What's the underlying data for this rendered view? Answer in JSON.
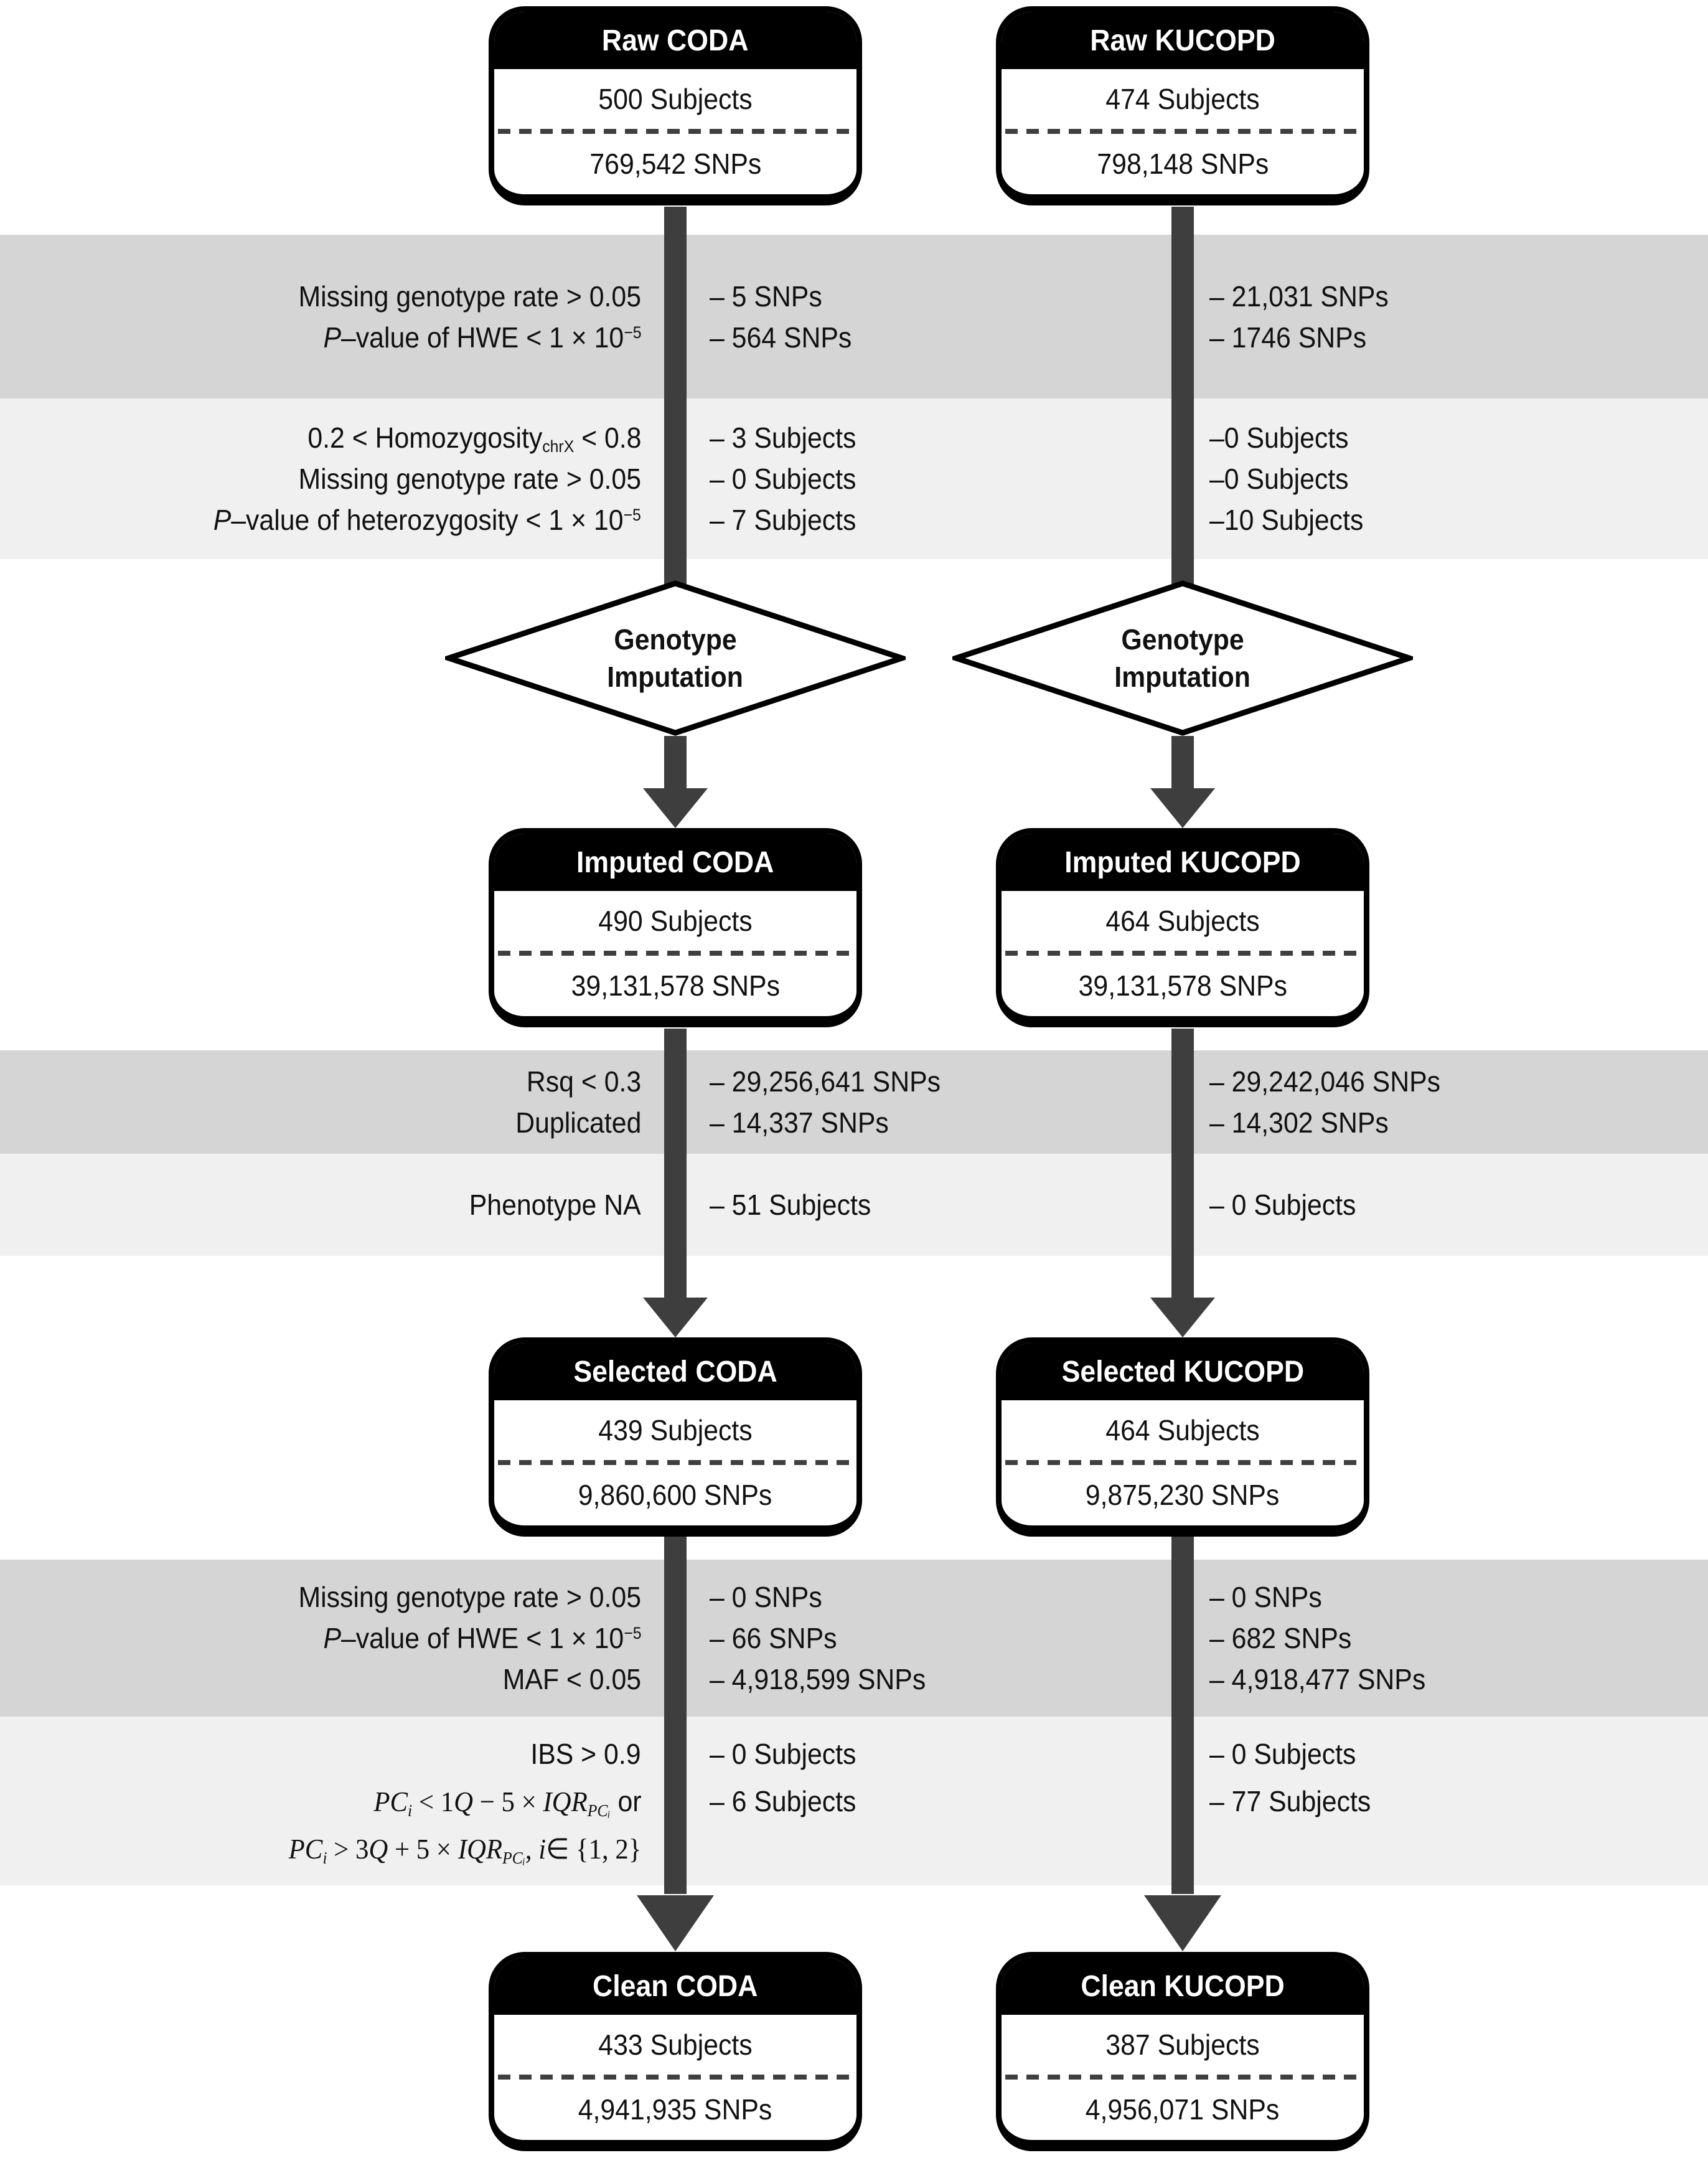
{
  "colors": {
    "band_dark": "#d5d5d5",
    "band_light": "#f0f0f0",
    "arrow": "#3e3e3e",
    "node_header_bg": "#000000",
    "node_header_text": "#ffffff"
  },
  "columns": {
    "left": "CODA",
    "right": "KUCOPD"
  },
  "stages": {
    "raw": {
      "coda": {
        "title": "Raw CODA",
        "subjects": "500 Subjects",
        "snps": "769,542 SNPs"
      },
      "kucopd": {
        "title": "Raw KUCOPD",
        "subjects": "474 Subjects",
        "snps": "798,148 SNPs"
      }
    },
    "imputed": {
      "coda": {
        "title": "Imputed CODA",
        "subjects": "490 Subjects",
        "snps": "39,131,578 SNPs"
      },
      "kucopd": {
        "title": "Imputed KUCOPD",
        "subjects": "464 Subjects",
        "snps": "39,131,578 SNPs"
      }
    },
    "selected": {
      "coda": {
        "title": "Selected CODA",
        "subjects": "439 Subjects",
        "snps": "9,860,600 SNPs"
      },
      "kucopd": {
        "title": "Selected KUCOPD",
        "subjects": "464 Subjects",
        "snps": "9,875,230 SNPs"
      }
    },
    "clean": {
      "coda": {
        "title": "Clean CODA",
        "subjects": "433 Subjects",
        "snps": "4,941,935 SNPs"
      },
      "kucopd": {
        "title": "Clean KUCOPD",
        "subjects": "387 Subjects",
        "snps": "4,956,071 SNPs"
      }
    }
  },
  "diamond": {
    "line1": "Genotype",
    "line2": "Imputation"
  },
  "bands": [
    {
      "tone": "dark",
      "rows": [
        {
          "label": [
            {
              "t": "Missing genotype rate > 0.05"
            }
          ],
          "coda": "– 5 SNPs",
          "kucopd": "– 21,031 SNPs"
        },
        {
          "label": [
            {
              "t": "P",
              "s": "it"
            },
            {
              "t": "–value of HWE < 1 × 10"
            },
            {
              "t": "−5",
              "s": "sup"
            }
          ],
          "coda": "– 564 SNPs",
          "kucopd": "– 1746 SNPs"
        }
      ]
    },
    {
      "tone": "light",
      "rows": [
        {
          "label": [
            {
              "t": "0.2 < Homozygosity"
            },
            {
              "t": "chrX",
              "s": "sub"
            },
            {
              "t": " < 0.8"
            }
          ],
          "coda": "– 3 Subjects",
          "kucopd": "–0 Subjects"
        },
        {
          "label": [
            {
              "t": "Missing genotype rate > 0.05"
            }
          ],
          "coda": "– 0 Subjects",
          "kucopd": "–0 Subjects"
        },
        {
          "label": [
            {
              "t": "P",
              "s": "it"
            },
            {
              "t": "–value of heterozygosity < 1 × 10"
            },
            {
              "t": "−5",
              "s": "sup"
            }
          ],
          "coda": "– 7 Subjects",
          "kucopd": "–10 Subjects"
        }
      ]
    },
    {
      "tone": "dark",
      "rows": [
        {
          "label": [
            {
              "t": "Rsq < 0.3"
            }
          ],
          "coda": "– 29,256,641 SNPs",
          "kucopd": "– 29,242,046 SNPs"
        },
        {
          "label": [
            {
              "t": "Duplicated"
            }
          ],
          "coda": "– 14,337 SNPs",
          "kucopd": "– 14,302 SNPs"
        }
      ]
    },
    {
      "tone": "light",
      "rows": [
        {
          "label": [
            {
              "t": "Phenotype NA"
            }
          ],
          "coda": "– 51 Subjects",
          "kucopd": "– 0 Subjects"
        }
      ]
    },
    {
      "tone": "dark",
      "rows": [
        {
          "label": [
            {
              "t": "Missing genotype rate > 0.05"
            }
          ],
          "coda": "– 0 SNPs",
          "kucopd": "– 0 SNPs"
        },
        {
          "label": [
            {
              "t": "P",
              "s": "it"
            },
            {
              "t": "–value of HWE < 1 × 10"
            },
            {
              "t": "−5",
              "s": "sup"
            }
          ],
          "coda": "– 66 SNPs",
          "kucopd": "– 682 SNPs"
        },
        {
          "label": [
            {
              "t": "MAF < 0.05"
            }
          ],
          "coda": "– 4,918,599 SNPs",
          "kucopd": "– 4,918,477 SNPs"
        }
      ]
    },
    {
      "tone": "light",
      "rows": [
        {
          "label": [
            {
              "t": "IBS > 0.9"
            }
          ],
          "coda": "– 0 Subjects",
          "kucopd": "– 0 Subjects"
        },
        {
          "label": [
            {
              "t": "PC",
              "s": "mi"
            },
            {
              "t": "i",
              "s": "misub"
            },
            {
              "t": " < 1",
              "s": "mu"
            },
            {
              "t": "Q",
              "s": "mi"
            },
            {
              "t": " − 5 × ",
              "s": "mu"
            },
            {
              "t": "IQR",
              "s": "mi"
            },
            {
              "t": "PCᵢ",
              "s": "misub"
            },
            {
              "t": " or",
              "s": "sans"
            }
          ],
          "coda": "– 6 Subjects",
          "kucopd": "– 77 Subjects"
        },
        {
          "label": [
            {
              "t": "PC",
              "s": "mi"
            },
            {
              "t": "i",
              "s": "misub"
            },
            {
              "t": " > 3",
              "s": "mu"
            },
            {
              "t": "Q",
              "s": "mi"
            },
            {
              "t": " + 5 × ",
              "s": "mu"
            },
            {
              "t": "IQR",
              "s": "mi"
            },
            {
              "t": "PCᵢ",
              "s": "misub"
            },
            {
              "t": ", ",
              "s": "mu"
            },
            {
              "t": "i",
              "s": "mi"
            },
            {
              "t": "∈ {1, 2}",
              "s": "mu"
            }
          ],
          "coda": "",
          "kucopd": ""
        }
      ]
    }
  ]
}
